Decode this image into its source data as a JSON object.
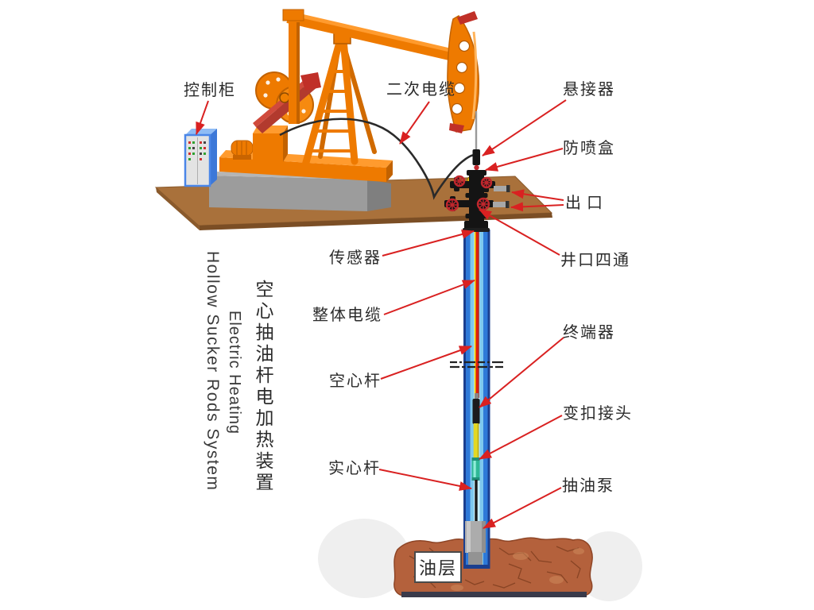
{
  "page": {
    "background": "#ffffff"
  },
  "titles": {
    "system_cn": "空心抽油杆电加热装置",
    "system_en_line1": "Electric Heating",
    "system_en_line2": "Hollow Sucker Rods System"
  },
  "labels": {
    "control_cabinet": "控制柜",
    "secondary_cable": "二次电缆",
    "suspension_connector": "悬接器",
    "blowout_prevention_box": "防喷盒",
    "outlet": "出口",
    "wellhead_cross": "井口四通",
    "sensor": "传感器",
    "integral_cable": "整体电缆",
    "hollow_rod": "空心杆",
    "terminator": "终端器",
    "crossover_joint": "变扣接头",
    "solid_rod": "实心杆",
    "oil_pump": "抽油泵",
    "oil_layer": "油层"
  },
  "colors": {
    "pumpjack_orange": "#EE7A00",
    "pumpjack_orange_light": "#FF9B2E",
    "pumpjack_orange_dark": "#C26200",
    "crank_red": "#B23A2E",
    "platform_brown": "#A9713B",
    "platform_edge_brown": "#7B4E25",
    "concrete_gray": "#9C9C9C",
    "cabinet_blue": "#4A86E8",
    "cable_black": "#2a2a2a",
    "wellhead_black": "#141414",
    "valve_wheel_red": "#C1272D",
    "pipe_dark_blue": "#1B3F8F",
    "pipe_blue": "#2E79D8",
    "pipe_light_blue": "#7EC8EE",
    "pipe_pale_blue": "#C6EDFA",
    "heater_cable_red": "#E01808",
    "heater_wire_yellow": "#F0D000",
    "terminator_black": "#1C1C1C",
    "rod_yellow": "#E3D825",
    "crossover_green": "#2FB896",
    "pump_gray": "#ACACAC",
    "rock_brown": "#B4613C",
    "rock_crack_dark": "#7E3D1F",
    "arrow_red": "#D92121"
  }
}
